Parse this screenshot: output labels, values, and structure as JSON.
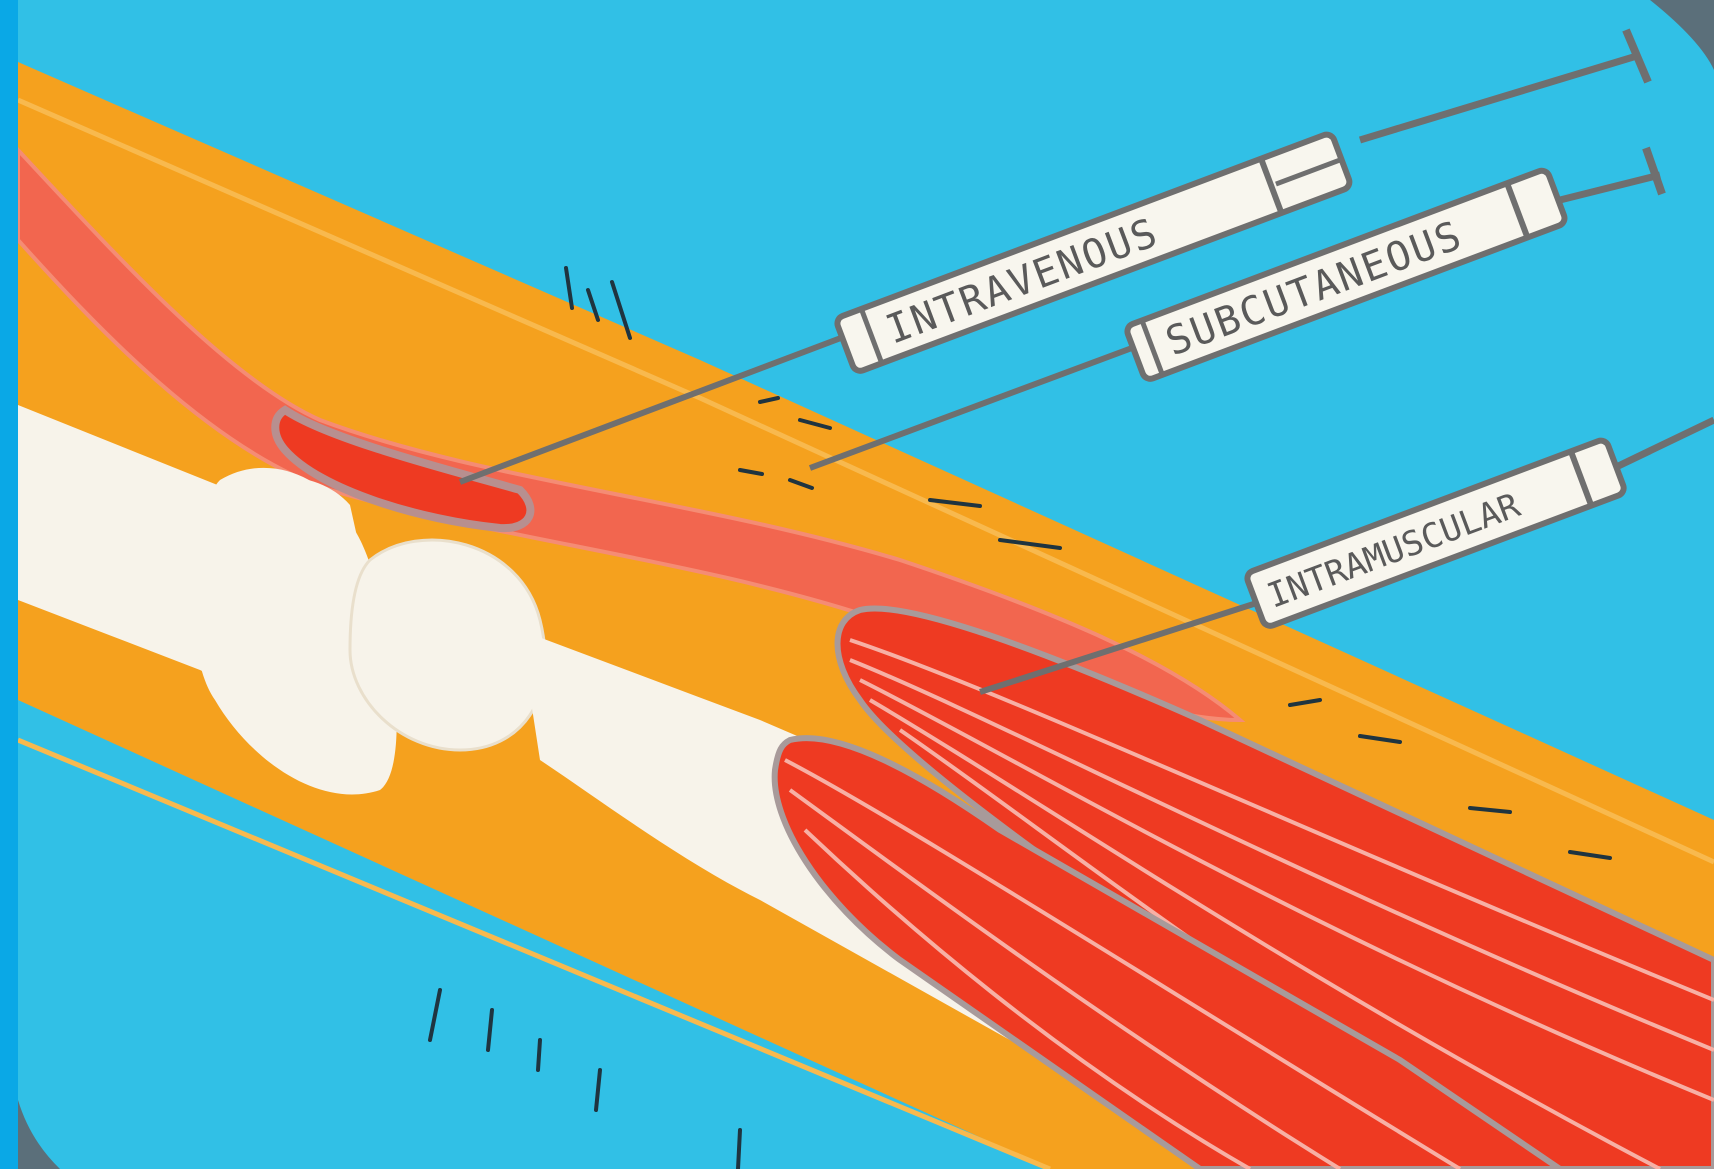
{
  "illustration": {
    "subject": "Injection routes through an arm cross-section",
    "colors": {
      "frame": "#0aa8e6",
      "background": "#31c0e6",
      "skin": "#f5a11e",
      "bone": "#f7f3ea",
      "vein": "#f2664f",
      "muscle": "#ee3a22",
      "outline": "#6f6f6f",
      "syringe_body": "#f8f6ee"
    }
  },
  "syringes": [
    {
      "id": "intravenous",
      "label": "INTRAVENOUS",
      "target": "vein"
    },
    {
      "id": "subcutaneous",
      "label": "SUBCUTANEOUS",
      "target": "fat"
    },
    {
      "id": "intramuscular",
      "label": "INTRAMUSCULAR",
      "target": "muscle"
    }
  ]
}
